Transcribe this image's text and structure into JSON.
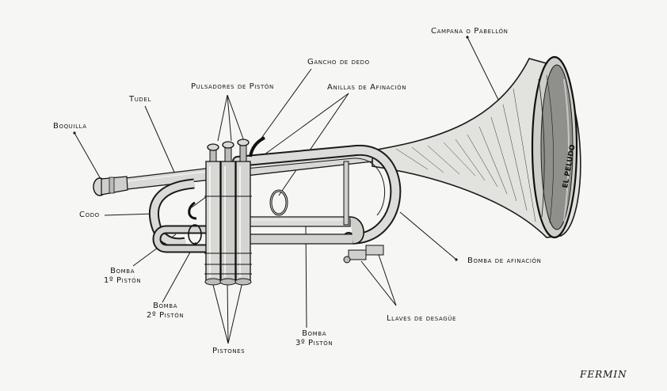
{
  "labels": {
    "bell": "Campana o Pabellón",
    "finger_hook": "Gancho de dedo",
    "piston_buttons": "Pulsadores de Pistón",
    "tuning_rings": "Anillas de Afinación",
    "leadpipe": "Tudel",
    "mouthpiece": "Boquilla",
    "elbow": "Codo",
    "slide_1": "Bomba\n1º Pistón",
    "slide_2": "Bomba\n2º Pistón",
    "slide_3": "Bomba\n3º Pistón",
    "pistons": "Pistones",
    "water_keys": "Llaves de desagüe",
    "tuning_slide": "Bomba de afinación"
  },
  "bell_engraving": "EL PELUDO",
  "signature": "FERMIN"
}
